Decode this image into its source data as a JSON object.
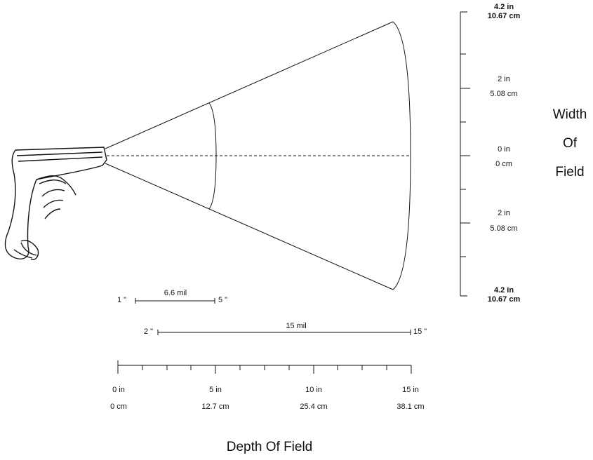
{
  "width_axis": {
    "top": {
      "inches": "4.2 in",
      "cm": "10.67 cm"
    },
    "upper": {
      "inches": "2 in",
      "cm": "5.08 cm"
    },
    "center": {
      "inches": "0 in",
      "cm": "0 cm"
    },
    "lower": {
      "inches": "2 in",
      "cm": "5.08 cm"
    },
    "bottom": {
      "inches": "4.2 in",
      "cm": "10.67 cm"
    },
    "title_line1": "Width",
    "title_line2": "Of",
    "title_line3": "Field"
  },
  "ranges": [
    {
      "label": "6.6 mil",
      "start": "1 \"",
      "end": "5 \""
    },
    {
      "label": "15 mil",
      "start": "2 \"",
      "end": "15 \""
    }
  ],
  "depth_axis": {
    "ticks": [
      {
        "inches": "0 in",
        "cm": "0 cm"
      },
      {
        "inches": "5 in",
        "cm": "12.7 cm"
      },
      {
        "inches": "10 in",
        "cm": "25.4 cm"
      },
      {
        "inches": "15 in",
        "cm": "38.1 cm"
      }
    ],
    "title": "Depth Of Field"
  }
}
